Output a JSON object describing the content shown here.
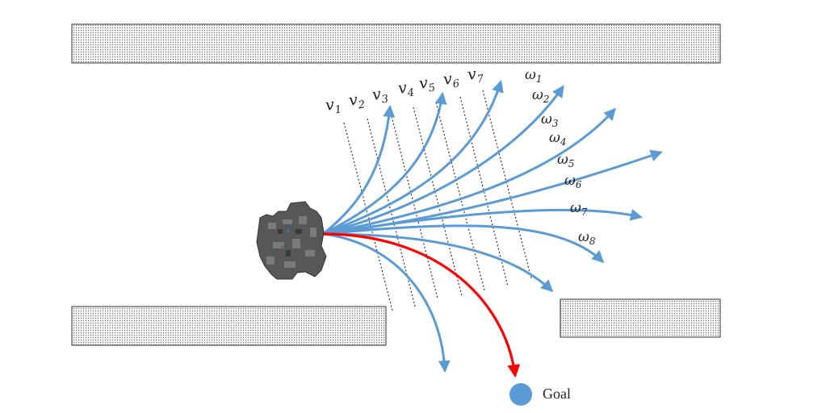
{
  "colors": {
    "trajectory": "#5b9bd5",
    "selected_trajectory": "#ff0000",
    "goal": "#5b9bd5",
    "wall_fill": "#eeeeee",
    "wall_stroke": "#333333",
    "sample_line": "#333333",
    "robot": "#555555"
  },
  "icons": {
    "robot": "robot-icon",
    "goal": "circle-marker"
  },
  "labels": {
    "velocities": [
      {
        "base": "v",
        "sub": "1"
      },
      {
        "base": "v",
        "sub": "2"
      },
      {
        "base": "v",
        "sub": "3"
      },
      {
        "base": "v",
        "sub": "4"
      },
      {
        "base": "v",
        "sub": "5"
      },
      {
        "base": "v",
        "sub": "6"
      },
      {
        "base": "v",
        "sub": "7"
      }
    ],
    "angular_velocities": [
      {
        "base": "ω",
        "sub": "1"
      },
      {
        "base": "ω",
        "sub": "2"
      },
      {
        "base": "ω",
        "sub": "3"
      },
      {
        "base": "ω",
        "sub": "4"
      },
      {
        "base": "ω",
        "sub": "5"
      },
      {
        "base": "ω",
        "sub": "6"
      },
      {
        "base": "ω",
        "sub": "7"
      },
      {
        "base": "ω",
        "sub": "8"
      }
    ],
    "goal": "Goal"
  }
}
